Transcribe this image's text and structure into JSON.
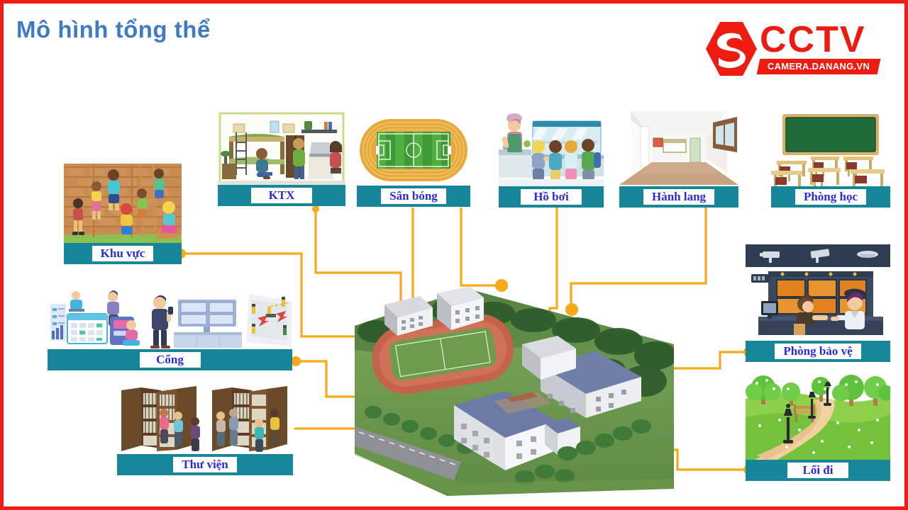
{
  "slide": {
    "title": "Mô hình tổng thể",
    "border_color": "#f21b16",
    "accent_color": "#17869b",
    "label_text_color": "#2b2bd6",
    "connector_color": "#f7a917",
    "title_color": "#3f7bc4"
  },
  "logo": {
    "brand": "CCTV",
    "domain": "CAMERA.DANANG.VN",
    "color": "#ee1c10",
    "mark": "hexagon-s-mark"
  },
  "nodes": [
    {
      "id": "khu-vuc",
      "label": "Khu vực",
      "image": "children-climbing-wall-illustration"
    },
    {
      "id": "ktx",
      "label": "KTX",
      "image": "dormitory-bunk-beds-illustration"
    },
    {
      "id": "san-bong",
      "label": "Sân bóng",
      "image": "football-field-running-track-illustration"
    },
    {
      "id": "ho-boi",
      "label": "Hồ bơi",
      "image": "canteen-queue-illustration"
    },
    {
      "id": "hanh-lang",
      "label": "Hành lang",
      "image": "corridor-perspective-illustration"
    },
    {
      "id": "phong-hoc",
      "label": "Phòng học",
      "image": "classroom-chalkboard-desks-illustration"
    },
    {
      "id": "cong",
      "label": "Cổng",
      "image": "control-room-barrier-gate-illustration"
    },
    {
      "id": "thu-vien",
      "label": "Thư viện",
      "image": "library-bookshelves-illustration"
    },
    {
      "id": "phong-bao-ve",
      "label": "Phòng bảo vệ",
      "image": "security-monitoring-room-illustration"
    },
    {
      "id": "loi-di",
      "label": "Lối đi",
      "image": "park-walkway-lamps-illustration"
    }
  ],
  "center": {
    "image": "aerial-campus-model-photo",
    "description": "Ảnh mô hình tổng thể khuôn viên trường"
  }
}
